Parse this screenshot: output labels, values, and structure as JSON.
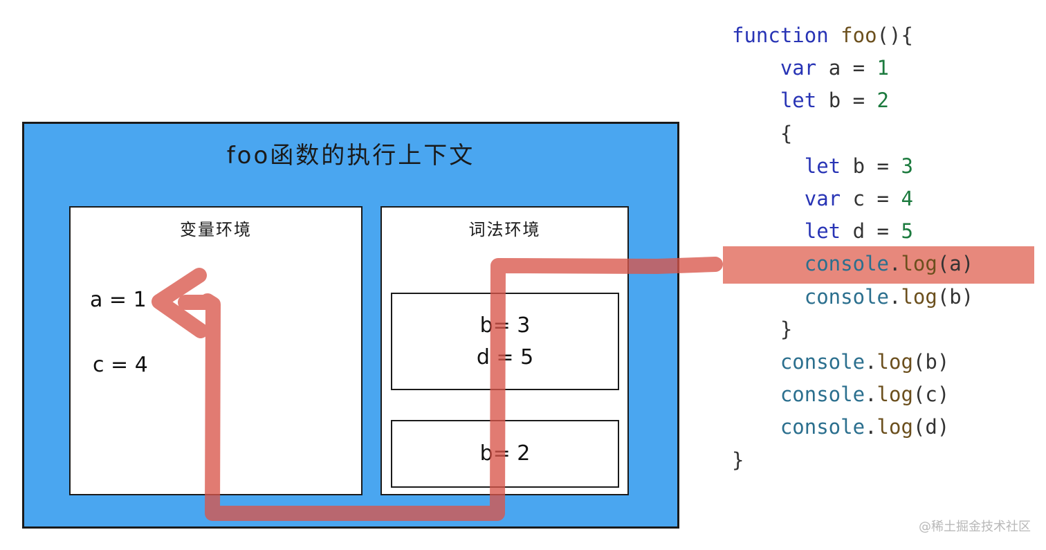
{
  "context": {
    "title": "foo函数的执行上下文",
    "variable_env": {
      "title": "变量环境",
      "items": [
        "a = 1",
        "c = 4"
      ]
    },
    "lexical_env": {
      "title": "词法环境",
      "block_scope": [
        "b= 3",
        "d = 5"
      ],
      "function_scope": [
        "b= 2"
      ]
    }
  },
  "code_lines": [
    [
      {
        "t": "function",
        "k": "kw"
      },
      {
        "t": " ",
        "k": "plain"
      },
      {
        "t": "foo",
        "k": "fn"
      },
      {
        "t": "(){",
        "k": "plain"
      }
    ],
    [
      {
        "t": "    ",
        "k": "plain"
      },
      {
        "t": "var",
        "k": "kw"
      },
      {
        "t": " a = ",
        "k": "plain"
      },
      {
        "t": "1",
        "k": "num"
      }
    ],
    [
      {
        "t": "    ",
        "k": "plain"
      },
      {
        "t": "let",
        "k": "kw"
      },
      {
        "t": " b = ",
        "k": "plain"
      },
      {
        "t": "2",
        "k": "num"
      }
    ],
    [
      {
        "t": "    {",
        "k": "plain"
      }
    ],
    [
      {
        "t": "      ",
        "k": "plain"
      },
      {
        "t": "let",
        "k": "kw"
      },
      {
        "t": " b = ",
        "k": "plain"
      },
      {
        "t": "3",
        "k": "num"
      }
    ],
    [
      {
        "t": "      ",
        "k": "plain"
      },
      {
        "t": "var",
        "k": "kw"
      },
      {
        "t": " c = ",
        "k": "plain"
      },
      {
        "t": "4",
        "k": "num"
      }
    ],
    [
      {
        "t": "      ",
        "k": "plain"
      },
      {
        "t": "let",
        "k": "kw"
      },
      {
        "t": " d = ",
        "k": "plain"
      },
      {
        "t": "5",
        "k": "num"
      }
    ],
    [
      {
        "t": "      ",
        "k": "plain"
      },
      {
        "t": "console",
        "k": "obj"
      },
      {
        "t": ".",
        "k": "plain"
      },
      {
        "t": "log",
        "k": "fn"
      },
      {
        "t": "(a)",
        "k": "plain"
      }
    ],
    [
      {
        "t": "      ",
        "k": "plain"
      },
      {
        "t": "console",
        "k": "obj"
      },
      {
        "t": ".",
        "k": "plain"
      },
      {
        "t": "log",
        "k": "fn"
      },
      {
        "t": "(b)",
        "k": "plain"
      }
    ],
    [
      {
        "t": "    }",
        "k": "plain"
      }
    ],
    [
      {
        "t": "    ",
        "k": "plain"
      },
      {
        "t": "console",
        "k": "obj"
      },
      {
        "t": ".",
        "k": "plain"
      },
      {
        "t": "log",
        "k": "fn"
      },
      {
        "t": "(b)",
        "k": "plain"
      }
    ],
    [
      {
        "t": "    ",
        "k": "plain"
      },
      {
        "t": "console",
        "k": "obj"
      },
      {
        "t": ".",
        "k": "plain"
      },
      {
        "t": "log",
        "k": "fn"
      },
      {
        "t": "(c)",
        "k": "plain"
      }
    ],
    [
      {
        "t": "    ",
        "k": "plain"
      },
      {
        "t": "console",
        "k": "obj"
      },
      {
        "t": ".",
        "k": "plain"
      },
      {
        "t": "log",
        "k": "fn"
      },
      {
        "t": "(d)",
        "k": "plain"
      }
    ],
    [
      {
        "t": "}",
        "k": "plain"
      }
    ]
  ],
  "watermark": "@稀土掘金技术社区",
  "colors": {
    "context_bg": "#4aa6f0",
    "highlight": "#e26e5f",
    "lookup_path": "#d9564a",
    "keyword": "#2834b5",
    "number": "#1c7a3e",
    "object": "#2b6f8e",
    "method": "#6b4f1d"
  }
}
